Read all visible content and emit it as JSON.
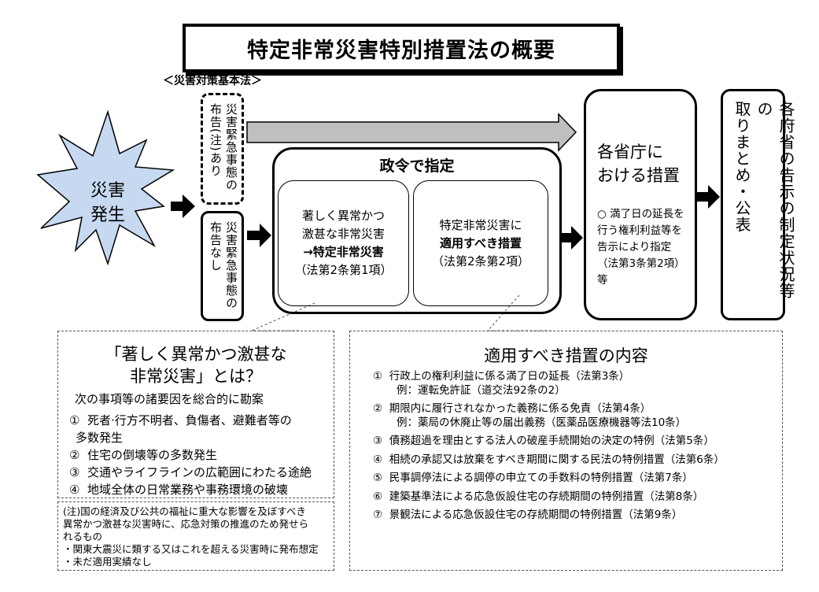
{
  "title": "特定非常災害特別措置法の概要",
  "law_label": "＜災害対策基本法＞",
  "disaster": {
    "line1": "災害",
    "line2": "発生"
  },
  "emergency_declared": {
    "line1": "災害緊急事態の",
    "line2": "布告(注)あり"
  },
  "emergency_not_declared": {
    "line1": "災害緊急事態の",
    "line2": "布告なし"
  },
  "cabinet_order": {
    "title": "政令で指定",
    "box1": {
      "line1": "著しく異常かつ",
      "line2": "激甚な非常災害",
      "line3": "→特定非常災害",
      "line4": "（法第2条第1項）"
    },
    "box2": {
      "line1": "特定非常災害に",
      "line2": "適用すべき措置",
      "line3": "（法第2条第2項）"
    }
  },
  "ministry": {
    "line1": "各省庁に",
    "line2": "おける措置",
    "note": "○ 満了日の延長を行う権利利益等を告示により指定（法第3条第2項）等"
  },
  "compile": {
    "line1": "各府省の告示の制定状況等の",
    "line2": "取りまとめ・公表"
  },
  "definition": {
    "heading_line1": "「著しく異常かつ激甚な",
    "heading_line2": "非常災害」とは？",
    "intro": "次の事項等の諸要因を総合的に勘案",
    "items": [
      {
        "num": "①",
        "text": "死者·行方不明者、負傷者、避難者等の",
        "text2": "多数発生"
      },
      {
        "num": "②",
        "text": "住宅の倒壊等の多数発生",
        "text2": ""
      },
      {
        "num": "③",
        "text": "交通やライフラインの広範囲にわたる途絶",
        "text2": ""
      },
      {
        "num": "④",
        "text": "地域全体の日常業務や事務環境の破壊",
        "text2": ""
      }
    ]
  },
  "note": {
    "line1": "(注)国の経済及び公共の福祉に重大な影響を及ぼすべき",
    "line2": "異常かつ激甚な災害時に、応急対策の推進のため発せら",
    "line3": "れるもの",
    "line4": "・関東大震災に類する又はこれを超える災害時に発布想定",
    "line5": "・未だ適用実績なし"
  },
  "measures": {
    "heading": "適用すべき措置の内容",
    "items": [
      {
        "num": "①",
        "text": "行政上の権利利益に係る満了日の延長（法第3条）",
        "sub": "例：運転免許証（道交法92条の2）"
      },
      {
        "num": "②",
        "text": "期限内に履行されなかった義務に係る免責（法第4条）",
        "sub": "例：薬局の休廃止等の届出義務（医薬品医療機器等法10条）"
      },
      {
        "num": "③",
        "text": "債務超過を理由とする法人の破産手続開始の決定の特例（法第5条）",
        "sub": ""
      },
      {
        "num": "④",
        "text": "相続の承認又は放棄をすべき期間に関する民法の特例措置（法第6条）",
        "sub": ""
      },
      {
        "num": "⑤",
        "text": "民事調停法による調停の申立ての手数料の特例措置（法第7条）",
        "sub": ""
      },
      {
        "num": "⑥",
        "text": "建築基準法による応急仮設住宅の存続期間の特例措置（法第8条）",
        "sub": ""
      },
      {
        "num": "⑦",
        "text": "景観法による応急仮設住宅の存続期間の特例措置（法第9条）",
        "sub": ""
      }
    ]
  },
  "colors": {
    "starburst": "#c6d9f1",
    "gray_arrow": "#bfbfbf"
  }
}
